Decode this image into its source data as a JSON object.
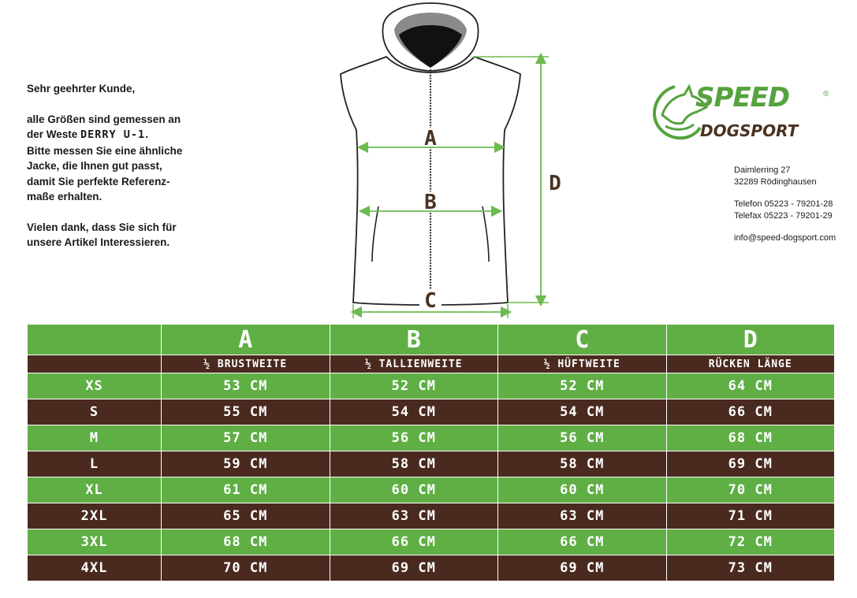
{
  "intro": {
    "greeting": "Sehr geehrter Kunde,",
    "line1": "alle Größen sind gemessen an",
    "line2_prefix": "der Weste ",
    "model": "DERRY U-1",
    "line2_suffix": ".",
    "line3": "Bitte messen Sie eine ähnliche",
    "line4": "Jacke, die Ihnen gut passt,",
    "line5": "damit Sie perfekte Referenz-",
    "line6": "maße erhalten.",
    "thanks1": "Vielen dank, dass Sie sich für",
    "thanks2": "unsere Artikel Interessieren."
  },
  "diagram": {
    "label_a": "A",
    "label_b": "B",
    "label_c": "C",
    "label_d": "D",
    "colors": {
      "outline": "#222222",
      "arrow": "#6dbb4f",
      "label": "#4a3220"
    }
  },
  "logo": {
    "speed": "SPEED",
    "dogsport": "DOGSPORT",
    "reg": "®",
    "icon": "dog-head-icon",
    "colors": {
      "green": "#55a23e",
      "brown": "#4a3220"
    }
  },
  "contact": {
    "street": "Daimlerring 27",
    "city": "32289 Rödinghausen",
    "phone": "Telefon 05223 - 79201-28",
    "fax": "Telefax 05223 - 79201-29",
    "email": "info@speed-dogsport.com"
  },
  "table": {
    "colors": {
      "green": "#5faf45",
      "brown": "#4a2a1f",
      "text": "#ffffff"
    },
    "letters": [
      "A",
      "B",
      "C",
      "D"
    ],
    "subheaders": [
      "½ BRUSTWEITE",
      "½ TALLIENWEITE",
      "½ HÜFTWEITE",
      "RÜCKEN LÄNGE"
    ],
    "rows": [
      {
        "size": "XS",
        "a": "53 CM",
        "b": "52 CM",
        "c": "52 CM",
        "d": "64 CM"
      },
      {
        "size": "S",
        "a": "55 CM",
        "b": "54 CM",
        "c": "54 CM",
        "d": "66 CM"
      },
      {
        "size": "M",
        "a": "57 CM",
        "b": "56 CM",
        "c": "56 CM",
        "d": "68 CM"
      },
      {
        "size": "L",
        "a": "59 CM",
        "b": "58 CM",
        "c": "58 CM",
        "d": "69 CM"
      },
      {
        "size": "XL",
        "a": "61 CM",
        "b": "60 CM",
        "c": "60 CM",
        "d": "70 CM"
      },
      {
        "size": "2XL",
        "a": "65 CM",
        "b": "63 CM",
        "c": "63 CM",
        "d": "71 CM"
      },
      {
        "size": "3XL",
        "a": "68 CM",
        "b": "66 CM",
        "c": "66 CM",
        "d": "72 CM"
      },
      {
        "size": "4XL",
        "a": "70 CM",
        "b": "69 CM",
        "c": "69 CM",
        "d": "73 CM"
      }
    ]
  }
}
